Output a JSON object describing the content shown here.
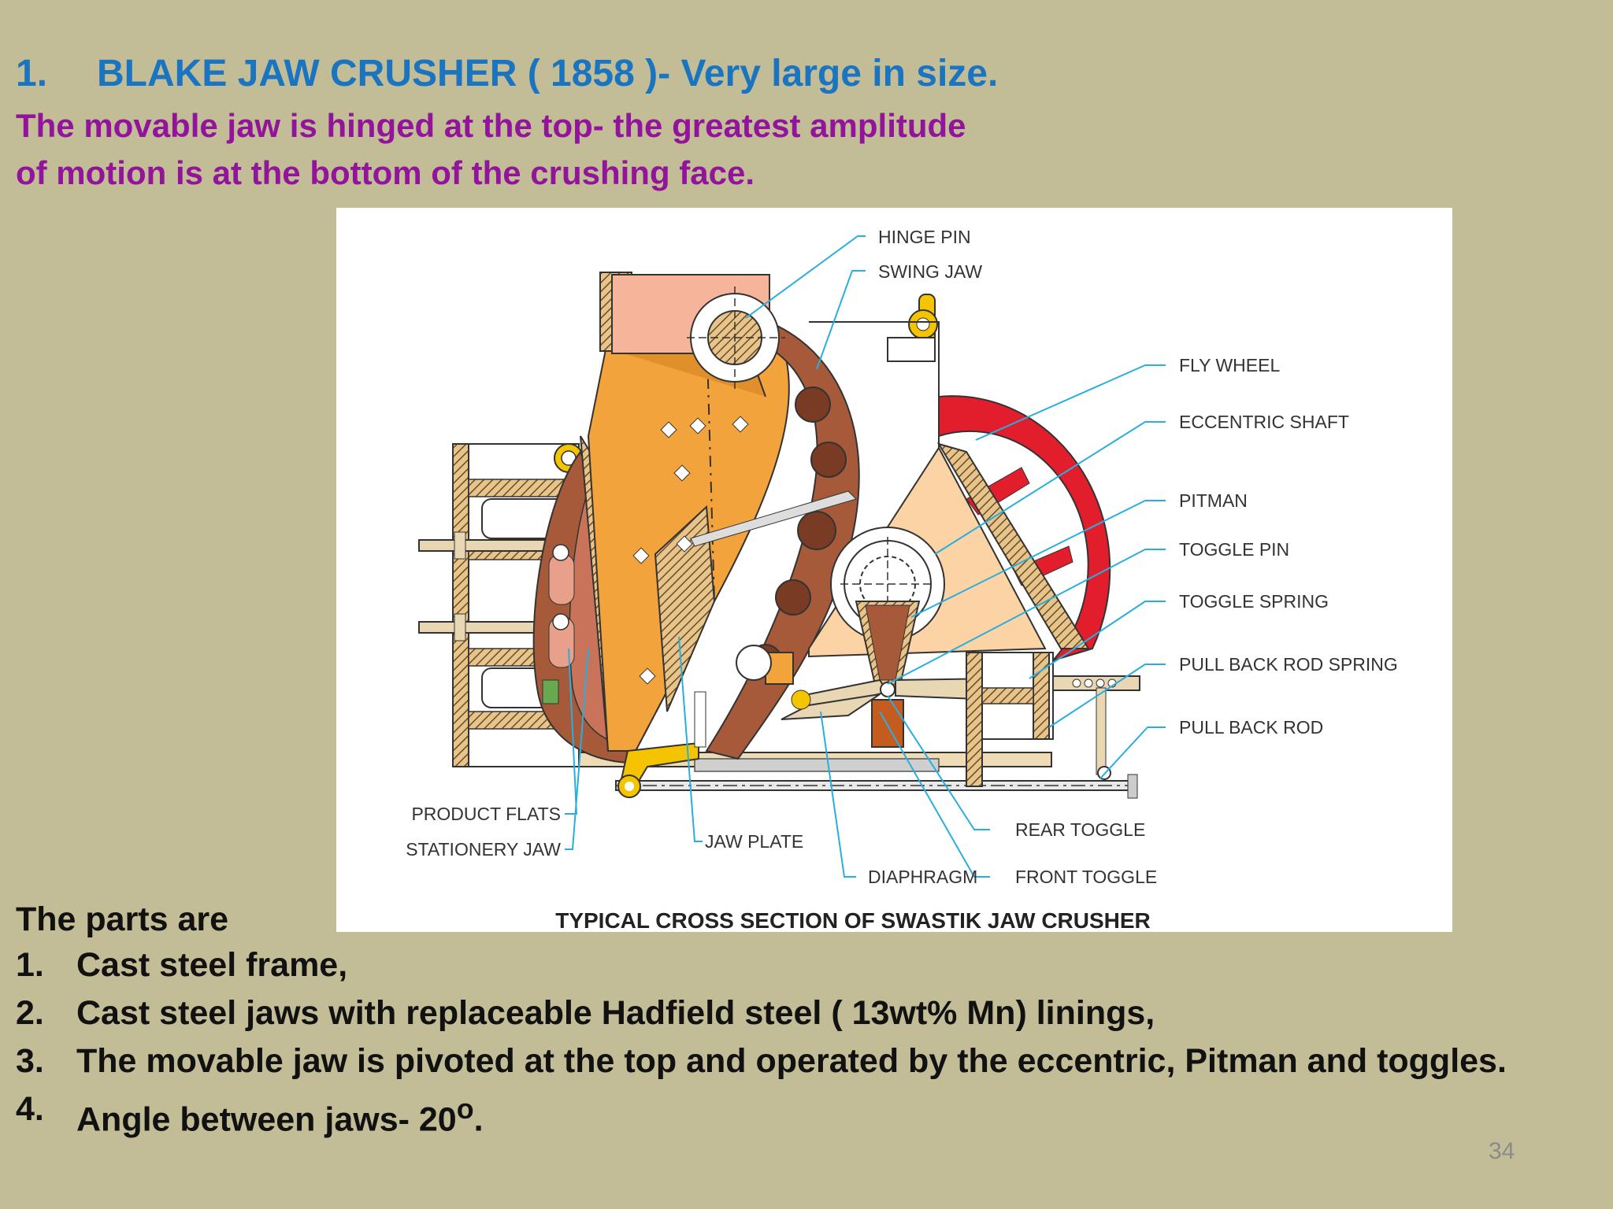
{
  "heading": {
    "number": "1.",
    "text": "BLAKE JAW CRUSHER ( 1858 )- Very large in size."
  },
  "description": [
    "The movable jaw is hinged at  the top- the greatest amplitude",
    "of  motion  is at the bottom of  the crushing face."
  ],
  "figure": {
    "labels": {
      "hinge_pin": "HINGE PIN",
      "swing_jaw": "SWING JAW",
      "fly_wheel": "FLY WHEEL",
      "eccentric_shaft": "ECCENTRIC SHAFT",
      "pitman": "PITMAN",
      "toggle_pin": "TOGGLE PIN",
      "toggle_spring": "TOGGLE SPRING",
      "pull_back_rod_spring": "PULL BACK ROD SPRING",
      "pull_back_rod": "PULL BACK ROD",
      "product_flats": "PRODUCT FLATS",
      "stationery_jaw": "STATIONERY JAW",
      "jaw_plate": "JAW PLATE",
      "rear_toggle": "REAR TOGGLE",
      "diaphragm": "DIAPHRAGM",
      "front_toggle": "FRONT TOGGLE"
    },
    "caption": "TYPICAL CROSS SECTION OF SWASTIK JAW CRUSHER",
    "colors": {
      "leader_line": "#29aee0",
      "flywheel": "#e21e2d",
      "jaw": "#f3a33c",
      "liner": "#a65a3a",
      "bracket": "#f5c400"
    }
  },
  "parts": {
    "title": "The parts are",
    "items": [
      {
        "number": "1.",
        "text": "Cast steel frame,"
      },
      {
        "number": "2.",
        "text": "Cast steel jaws with replaceable Hadfield steel  ( 13wt% Mn) linings,"
      },
      {
        "number": "3.",
        "text": "The  movable  jaw  is  pivoted  at  the  top  and  operated  by  the  eccentric,  Pitman   and toggles."
      },
      {
        "number": "4.",
        "text": "Angle between jaws- 20",
        "sup": "o",
        "suffix": "."
      }
    ]
  },
  "slide_number": "34"
}
